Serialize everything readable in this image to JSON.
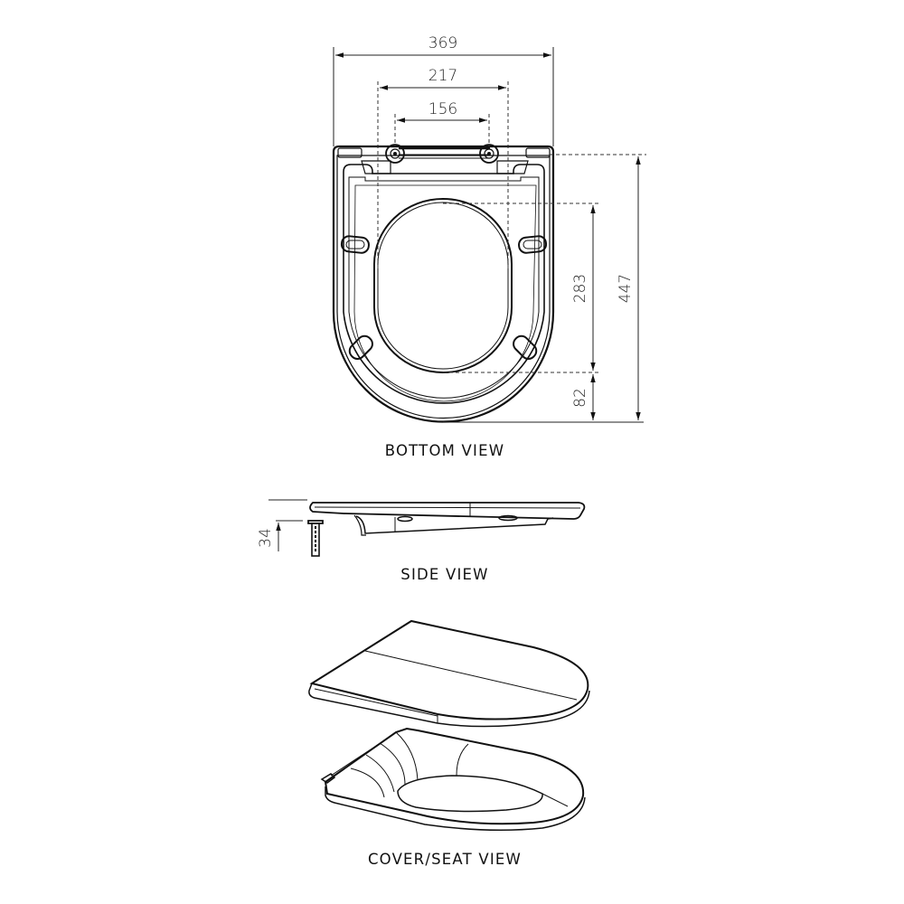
{
  "drawing": {
    "views": {
      "bottom": {
        "caption": "BOTTOM VIEW"
      },
      "side": {
        "caption": "SIDE VIEW"
      },
      "cover_seat": {
        "caption": "COVER/SEAT VIEW"
      }
    },
    "dimensions": {
      "overall_width": "369",
      "hinge_outer_spacing": "217",
      "hinge_fixing_centres": "156",
      "overall_length": "447",
      "opening_length": "283",
      "front_rim": "82",
      "hinge_height": "34"
    },
    "units": "mm",
    "colors": {
      "line": "#111111",
      "background": "#ffffff"
    }
  }
}
